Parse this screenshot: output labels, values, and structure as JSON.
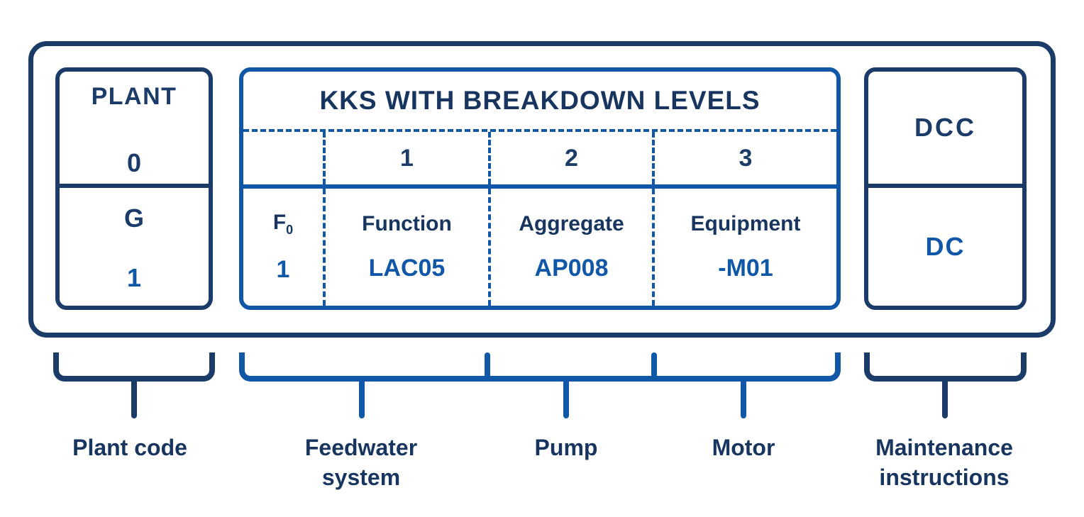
{
  "colors": {
    "navy": "#1B3B68",
    "blue": "#1057A8",
    "background": "#FFFFFF"
  },
  "plant_box": {
    "title": "PLANT",
    "level": "0",
    "code_letter": "G",
    "code_digit": "1"
  },
  "kks_box": {
    "title": "KKS WITH BREAKDOWN LEVELS",
    "columns": [
      {
        "level": "",
        "label": "F",
        "label_sub": "0",
        "value": "1"
      },
      {
        "level": "1",
        "label": "Function",
        "value": "LAC05"
      },
      {
        "level": "2",
        "label": "Aggregate",
        "value": "AP008"
      },
      {
        "level": "3",
        "label": "Equipment",
        "value": "-M01"
      }
    ]
  },
  "dcc_box": {
    "title": "DCC",
    "value": "DC"
  },
  "legend": {
    "plant_code": "Plant code",
    "feedwater_system": "Feedwater\nsystem",
    "pump": "Pump",
    "motor": "Motor",
    "maintenance_instructions": "Maintenance\ninstructions"
  }
}
